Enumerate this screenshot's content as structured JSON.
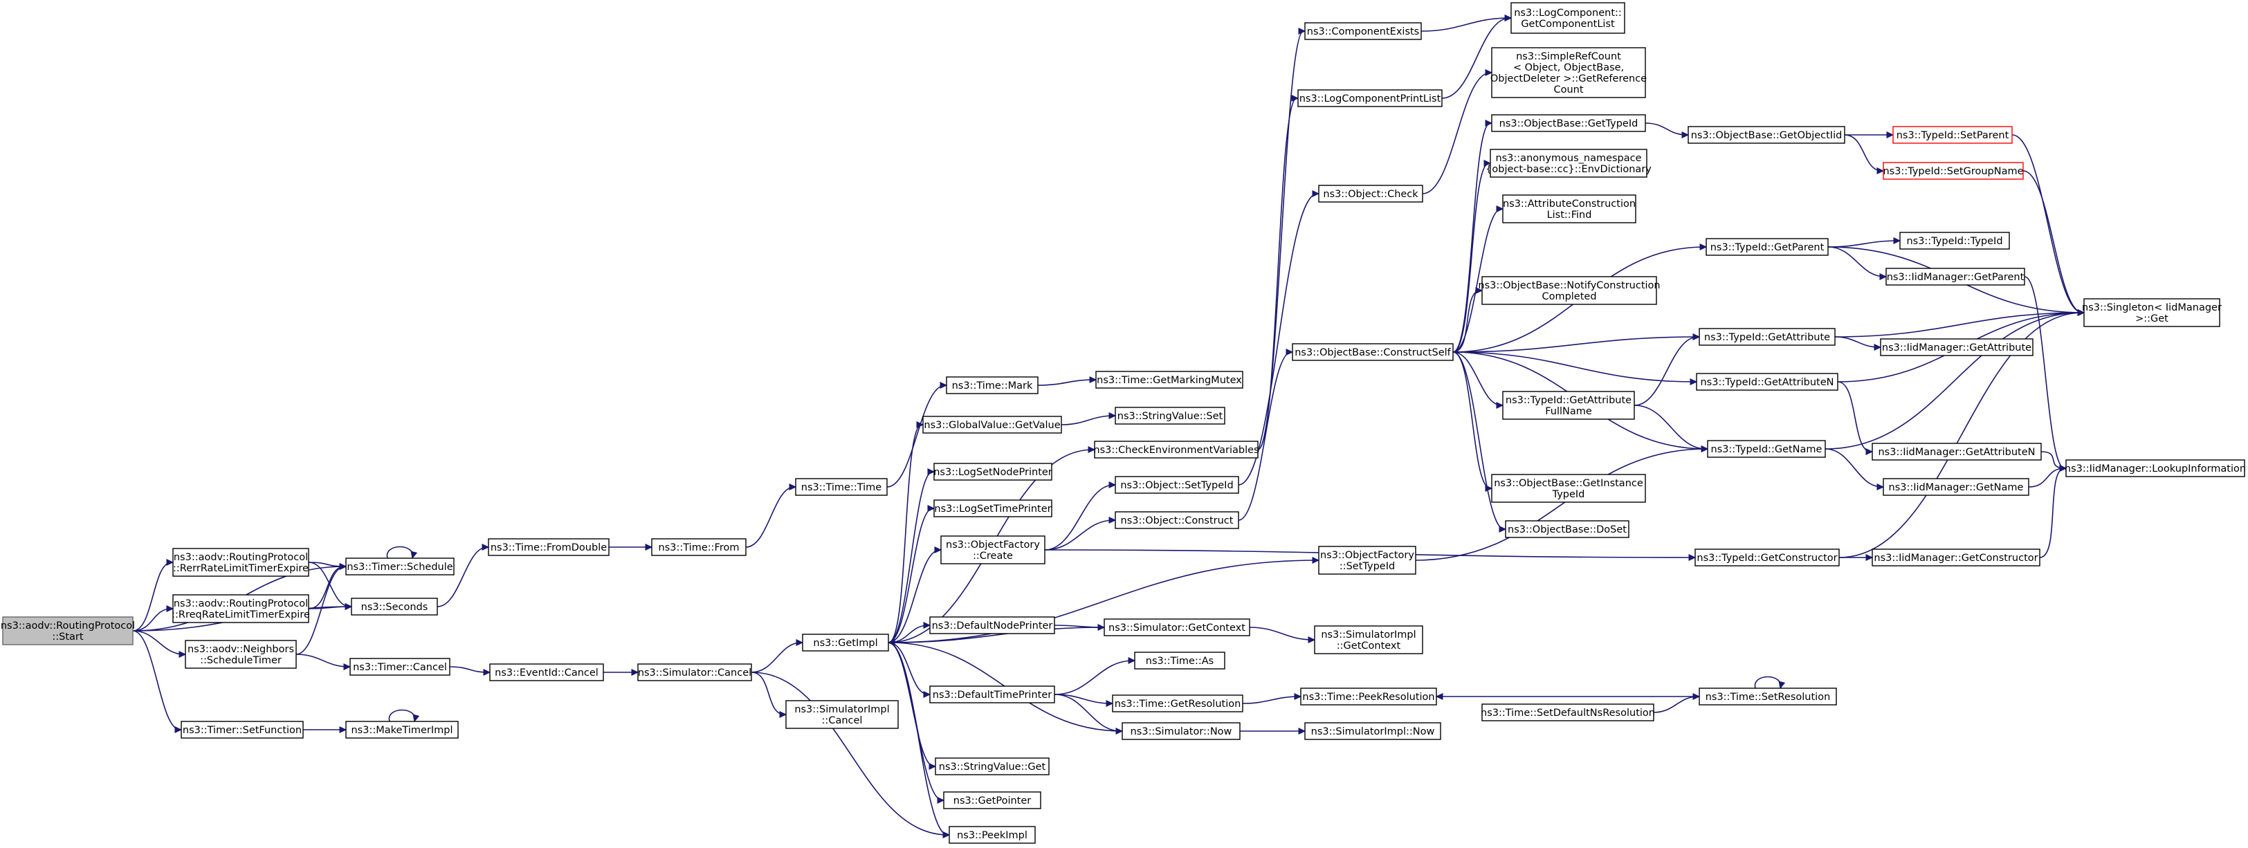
{
  "diagram": {
    "type": "call-graph",
    "colors": {
      "edge": "#191970",
      "root_fill": "#bfbfbf",
      "node_border": "#000000",
      "missing_border": "#ff0000"
    },
    "nodes": [
      {
        "id": "start",
        "lines": [
          "ns3::aodv::RoutingProtocol",
          "::Start"
        ],
        "style": "root"
      },
      {
        "id": "rerr",
        "lines": [
          "ns3::aodv::RoutingProtocol",
          "::RerrRateLimitTimerExpire"
        ]
      },
      {
        "id": "rreq",
        "lines": [
          "ns3::aodv::RoutingProtocol",
          "::RreqRateLimitTimerExpire"
        ]
      },
      {
        "id": "neighbors",
        "lines": [
          "ns3::aodv::Neighbors",
          "::ScheduleTimer"
        ]
      },
      {
        "id": "setfunction",
        "lines": [
          "ns3::Timer::SetFunction"
        ]
      },
      {
        "id": "schedule",
        "lines": [
          "ns3::Timer::Schedule"
        ]
      },
      {
        "id": "seconds",
        "lines": [
          "ns3::Seconds"
        ]
      },
      {
        "id": "timercancel",
        "lines": [
          "ns3::Timer::Cancel"
        ]
      },
      {
        "id": "maketimer",
        "lines": [
          "ns3::MakeTimerImpl"
        ]
      },
      {
        "id": "fromdouble",
        "lines": [
          "ns3::Time::FromDouble"
        ]
      },
      {
        "id": "eventcancel",
        "lines": [
          "ns3::EventId::Cancel"
        ]
      },
      {
        "id": "timefrom",
        "lines": [
          "ns3::Time::From"
        ]
      },
      {
        "id": "simcancel",
        "lines": [
          "ns3::Simulator::Cancel"
        ]
      },
      {
        "id": "timetime",
        "lines": [
          "ns3::Time::Time"
        ]
      },
      {
        "id": "getimpl",
        "lines": [
          "ns3::GetImpl"
        ]
      },
      {
        "id": "simimplcancel",
        "lines": [
          "ns3::SimulatorImpl",
          "::Cancel"
        ]
      },
      {
        "id": "timemark",
        "lines": [
          "ns3::Time::Mark"
        ]
      },
      {
        "id": "globalvalue",
        "lines": [
          "ns3::GlobalValue::GetValue"
        ]
      },
      {
        "id": "lognodeprinter",
        "lines": [
          "ns3::LogSetNodePrinter"
        ]
      },
      {
        "id": "logtimeprinter",
        "lines": [
          "ns3::LogSetTimePrinter"
        ]
      },
      {
        "id": "objfactorycreate",
        "lines": [
          "ns3::ObjectFactory",
          "::Create"
        ]
      },
      {
        "id": "defnodeprinter",
        "lines": [
          "ns3::DefaultNodePrinter"
        ]
      },
      {
        "id": "deftimeprinter",
        "lines": [
          "ns3::DefaultTimePrinter"
        ]
      },
      {
        "id": "stringget",
        "lines": [
          "ns3::StringValue::Get"
        ]
      },
      {
        "id": "getpointer",
        "lines": [
          "ns3::GetPointer"
        ]
      },
      {
        "id": "peekimpl",
        "lines": [
          "ns3::PeekImpl"
        ]
      },
      {
        "id": "getmarkingmutex",
        "lines": [
          "ns3::Time::GetMarkingMutex"
        ]
      },
      {
        "id": "stringset",
        "lines": [
          "ns3::StringValue::Set"
        ]
      },
      {
        "id": "checkenv",
        "lines": [
          "ns3::CheckEnvironmentVariables"
        ]
      },
      {
        "id": "objsettypeid",
        "lines": [
          "ns3::Object::SetTypeId"
        ]
      },
      {
        "id": "objconstruct",
        "lines": [
          "ns3::Object::Construct"
        ]
      },
      {
        "id": "simgetcontext",
        "lines": [
          "ns3::Simulator::GetContext"
        ]
      },
      {
        "id": "timeas",
        "lines": [
          "ns3::Time::As"
        ]
      },
      {
        "id": "getresolution",
        "lines": [
          "ns3::Time::GetResolution"
        ]
      },
      {
        "id": "simnow",
        "lines": [
          "ns3::Simulator::Now"
        ]
      },
      {
        "id": "compexists",
        "lines": [
          "ns3::ComponentExists"
        ]
      },
      {
        "id": "logprintlist",
        "lines": [
          "ns3::LogComponentPrintList"
        ]
      },
      {
        "id": "objcheck",
        "lines": [
          "ns3::Object::Check"
        ]
      },
      {
        "id": "constructself",
        "lines": [
          "ns3::ObjectBase::ConstructSelf"
        ]
      },
      {
        "id": "objfactorysettypeid",
        "lines": [
          "ns3::ObjectFactory",
          "::SetTypeId"
        ]
      },
      {
        "id": "simimplgetcontext",
        "lines": [
          "ns3::SimulatorImpl",
          "::GetContext"
        ]
      },
      {
        "id": "peekresolution",
        "lines": [
          "ns3::Time::PeekResolution"
        ]
      },
      {
        "id": "simimplnow",
        "lines": [
          "ns3::SimulatorImpl::Now"
        ]
      },
      {
        "id": "getcomplist",
        "lines": [
          "ns3::LogComponent::",
          "GetComponentList"
        ]
      },
      {
        "id": "simplerefcount",
        "lines": [
          "ns3::SimpleRefCount",
          "< Object, ObjectBase,",
          "ObjectDeleter >::GetReference",
          "Count"
        ]
      },
      {
        "id": "objbasegettypeid",
        "lines": [
          "ns3::ObjectBase::GetTypeId"
        ]
      },
      {
        "id": "envdict",
        "lines": [
          "ns3::anonymous_namespace",
          "{object-base::cc}::EnvDictionary"
        ]
      },
      {
        "id": "attrlistfind",
        "lines": [
          "ns3::AttributeConstruction",
          "List::Find"
        ]
      },
      {
        "id": "notifyconstruction",
        "lines": [
          "ns3::ObjectBase::NotifyConstruction",
          "Completed"
        ]
      },
      {
        "id": "getattrfullname",
        "lines": [
          "ns3::TypeId::GetAttribute",
          "FullName"
        ]
      },
      {
        "id": "getinstancetypeid",
        "lines": [
          "ns3::ObjectBase::GetInstance",
          "TypeId"
        ]
      },
      {
        "id": "doset",
        "lines": [
          "ns3::ObjectBase::DoSet"
        ]
      },
      {
        "id": "setdefaultnsres",
        "lines": [
          "ns3::Time::SetDefaultNsResolution"
        ]
      },
      {
        "id": "getobjectiid",
        "lines": [
          "ns3::ObjectBase::GetObjectIid"
        ]
      },
      {
        "id": "typeidgetparent",
        "lines": [
          "ns3::TypeId::GetParent"
        ]
      },
      {
        "id": "typeidgetattribute",
        "lines": [
          "ns3::TypeId::GetAttribute"
        ]
      },
      {
        "id": "typeidgetattributen",
        "lines": [
          "ns3::TypeId::GetAttributeN"
        ]
      },
      {
        "id": "typeidgetname",
        "lines": [
          "ns3::TypeId::GetName"
        ]
      },
      {
        "id": "typeidgetconstructor",
        "lines": [
          "ns3::TypeId::GetConstructor"
        ]
      },
      {
        "id": "setresolution",
        "lines": [
          "ns3::Time::SetResolution"
        ]
      },
      {
        "id": "setparent",
        "lines": [
          "ns3::TypeId::SetParent"
        ],
        "style": "red"
      },
      {
        "id": "setgroupname",
        "lines": [
          "ns3::TypeId::SetGroupName"
        ],
        "style": "red"
      },
      {
        "id": "typeidtypeid",
        "lines": [
          "ns3::TypeId::TypeId"
        ]
      },
      {
        "id": "iidgetparent",
        "lines": [
          "ns3::IidManager::GetParent"
        ]
      },
      {
        "id": "iidgetattribute",
        "lines": [
          "ns3::IidManager::GetAttribute"
        ]
      },
      {
        "id": "iidgetattributen",
        "lines": [
          "ns3::IidManager::GetAttributeN"
        ]
      },
      {
        "id": "iidgetname",
        "lines": [
          "ns3::IidManager::GetName"
        ]
      },
      {
        "id": "iidgetconstructor",
        "lines": [
          "ns3::IidManager::GetConstructor"
        ]
      },
      {
        "id": "singletonget",
        "lines": [
          "ns3::Singleton< IidManager",
          " >::Get"
        ]
      },
      {
        "id": "lookupinfo",
        "lines": [
          "ns3::IidManager::LookupInformation"
        ]
      }
    ],
    "edges": [
      [
        "start",
        "rerr"
      ],
      [
        "start",
        "rreq"
      ],
      [
        "start",
        "neighbors"
      ],
      [
        "start",
        "setfunction"
      ],
      [
        "start",
        "schedule"
      ],
      [
        "start",
        "seconds"
      ],
      [
        "rerr",
        "schedule"
      ],
      [
        "rerr",
        "seconds"
      ],
      [
        "rreq",
        "schedule"
      ],
      [
        "rreq",
        "seconds"
      ],
      [
        "neighbors",
        "schedule"
      ],
      [
        "neighbors",
        "timercancel"
      ],
      [
        "schedule",
        "schedule"
      ],
      [
        "setfunction",
        "maketimer"
      ],
      [
        "maketimer",
        "maketimer"
      ],
      [
        "seconds",
        "fromdouble"
      ],
      [
        "fromdouble",
        "timefrom"
      ],
      [
        "timefrom",
        "timetime"
      ],
      [
        "timercancel",
        "eventcancel"
      ],
      [
        "eventcancel",
        "simcancel"
      ],
      [
        "simcancel",
        "getimpl"
      ],
      [
        "simcancel",
        "simimplcancel"
      ],
      [
        "simcancel",
        "peekimpl"
      ],
      [
        "timetime",
        "timemark"
      ],
      [
        "timemark",
        "getmarkingmutex"
      ],
      [
        "getimpl",
        "globalvalue"
      ],
      [
        "getimpl",
        "lognodeprinter"
      ],
      [
        "getimpl",
        "logtimeprinter"
      ],
      [
        "getimpl",
        "objfactorycreate"
      ],
      [
        "getimpl",
        "defnodeprinter"
      ],
      [
        "getimpl",
        "deftimeprinter"
      ],
      [
        "getimpl",
        "stringget"
      ],
      [
        "getimpl",
        "getpointer"
      ],
      [
        "getimpl",
        "peekimpl"
      ],
      [
        "getimpl",
        "checkenv"
      ],
      [
        "getimpl",
        "objfactorysettypeid"
      ],
      [
        "globalvalue",
        "stringset"
      ],
      [
        "defnodeprinter",
        "simgetcontext"
      ],
      [
        "deftimeprinter",
        "timeas"
      ],
      [
        "deftimeprinter",
        "getresolution"
      ],
      [
        "deftimeprinter",
        "simnow"
      ],
      [
        "simgetcontext",
        "getimpl"
      ],
      [
        "simgetcontext",
        "simimplgetcontext"
      ],
      [
        "simnow",
        "getimpl"
      ],
      [
        "simnow",
        "simimplnow"
      ],
      [
        "getresolution",
        "peekresolution"
      ],
      [
        "checkenv",
        "compexists"
      ],
      [
        "checkenv",
        "logprintlist"
      ],
      [
        "compexists",
        "getcomplist"
      ],
      [
        "logprintlist",
        "getcomplist"
      ],
      [
        "objfactorycreate",
        "objsettypeid"
      ],
      [
        "objfactorycreate",
        "objconstruct"
      ],
      [
        "objfactorycreate",
        "typeidgetconstructor"
      ],
      [
        "objsettypeid",
        "objcheck"
      ],
      [
        "objcheck",
        "simplerefcount"
      ],
      [
        "objconstruct",
        "constructself"
      ],
      [
        "objfactorysettypeid",
        "typeidgetname"
      ],
      [
        "constructself",
        "objbasegettypeid"
      ],
      [
        "constructself",
        "envdict"
      ],
      [
        "constructself",
        "attrlistfind"
      ],
      [
        "constructself",
        "notifyconstruction"
      ],
      [
        "constructself",
        "getattrfullname"
      ],
      [
        "constructself",
        "getinstancetypeid"
      ],
      [
        "constructself",
        "doset"
      ],
      [
        "constructself",
        "typeidgetparent"
      ],
      [
        "constructself",
        "typeidgetattribute"
      ],
      [
        "constructself",
        "typeidgetattributen"
      ],
      [
        "constructself",
        "typeidgetname"
      ],
      [
        "objbasegettypeid",
        "getobjectiid"
      ],
      [
        "getobjectiid",
        "setparent"
      ],
      [
        "getobjectiid",
        "setgroupname"
      ],
      [
        "getattrfullname",
        "typeidgetattribute"
      ],
      [
        "getattrfullname",
        "typeidgetname"
      ],
      [
        "setdefaultnsres",
        "setresolution"
      ],
      [
        "setresolution",
        "peekresolution"
      ],
      [
        "setresolution",
        "setresolution"
      ],
      [
        "typeidgetparent",
        "typeidtypeid"
      ],
      [
        "typeidgetparent",
        "iidgetparent"
      ],
      [
        "typeidgetparent",
        "singletonget"
      ],
      [
        "typeidgetattribute",
        "singletonget"
      ],
      [
        "typeidgetattribute",
        "iidgetattribute"
      ],
      [
        "typeidgetattributen",
        "singletonget"
      ],
      [
        "typeidgetattributen",
        "iidgetattributen"
      ],
      [
        "typeidgetname",
        "singletonget"
      ],
      [
        "typeidgetname",
        "iidgetname"
      ],
      [
        "typeidgetconstructor",
        "singletonget"
      ],
      [
        "typeidgetconstructor",
        "iidgetconstructor"
      ],
      [
        "setparent",
        "singletonget"
      ],
      [
        "setgroupname",
        "singletonget"
      ],
      [
        "iidgetparent",
        "lookupinfo"
      ],
      [
        "iidgetattributen",
        "lookupinfo"
      ],
      [
        "iidgetname",
        "lookupinfo"
      ],
      [
        "iidgetconstructor",
        "lookupinfo"
      ]
    ]
  }
}
